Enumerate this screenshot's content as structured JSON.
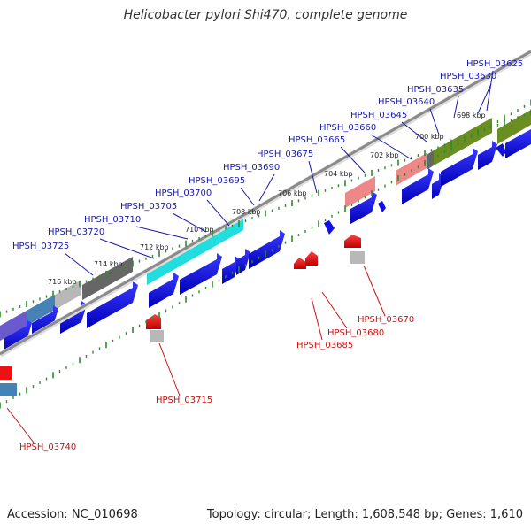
{
  "title": "Helicobacter pylori Shi470, complete genome",
  "footer": {
    "accession": "Accession: NC_010698",
    "info": "Topology: circular; Length: 1,608,548 bp; Genes: 1,610"
  },
  "colors": {
    "forward_label": "#1a1aa8",
    "reverse_label": "#cc1111",
    "backbone": "#8a8a8a",
    "dotted_track": "#2e8b2e",
    "forward_arrow": "#1111dd",
    "reverse_arrow": "#ee1111"
  },
  "ticks": [
    "698 kbp",
    "700 kbp",
    "702 kbp",
    "704 kbp",
    "706 kbp",
    "708 kbp",
    "710 kbp",
    "712 kbp",
    "714 kbp",
    "716 kbp"
  ],
  "forward_labels": [
    "HPSH_03625",
    "HPSH_03630",
    "HPSH_03635",
    "HPSH_03640",
    "HPSH_03645",
    "HPSH_03660",
    "HPSH_03665",
    "HPSH_03675",
    "HPSH_03690",
    "HPSH_03695",
    "HPSH_03700",
    "HPSH_03705",
    "HPSH_03710",
    "HPSH_03720",
    "HPSH_03725"
  ],
  "reverse_labels": [
    "HPSH_03670",
    "HPSH_03680",
    "HPSH_03685",
    "HPSH_03715",
    "HPSH_03740"
  ]
}
